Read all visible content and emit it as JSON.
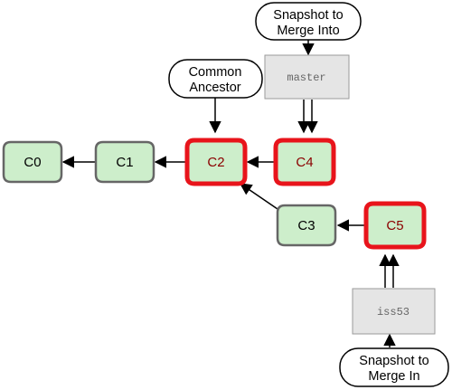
{
  "commits": [
    {
      "id": "c0",
      "label": "C0",
      "highlighted": false
    },
    {
      "id": "c1",
      "label": "C1",
      "highlighted": false
    },
    {
      "id": "c2",
      "label": "C2",
      "highlighted": true
    },
    {
      "id": "c4",
      "label": "C4",
      "highlighted": true
    },
    {
      "id": "c3",
      "label": "C3",
      "highlighted": false
    },
    {
      "id": "c5",
      "label": "C5",
      "highlighted": true
    }
  ],
  "branches": [
    {
      "id": "master",
      "label": "master"
    },
    {
      "id": "iss53",
      "label": "iss53"
    }
  ],
  "callouts": {
    "merge_into": [
      "Snapshot to",
      "Merge Into"
    ],
    "common_ancestor": [
      "Common",
      "Ancestor"
    ],
    "merge_in": [
      "Snapshot to",
      "Merge In"
    ]
  },
  "colors": {
    "commit_fill": "#cdeecb",
    "commit_border": "#666666",
    "highlight_border": "#e8141b",
    "highlight_text": "#8b0000",
    "branch_fill": "#e5e5e5",
    "branch_border": "#9a9a9a",
    "arrow": "#000000"
  }
}
